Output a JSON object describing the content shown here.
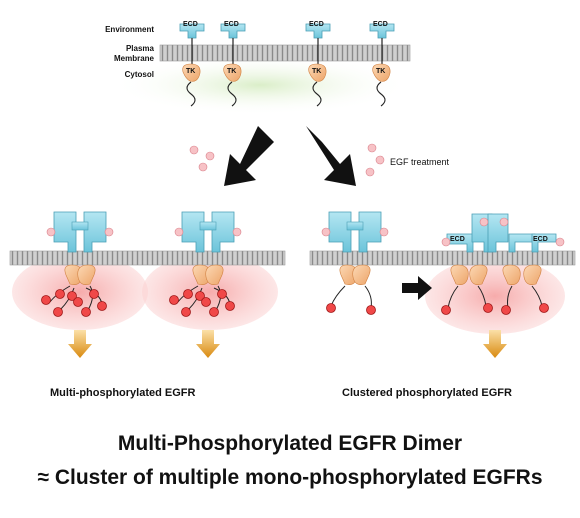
{
  "labels": {
    "environment": "Environment",
    "plasma_membrane_1": "Plasma",
    "plasma_membrane_2": "Membrane",
    "cytosol": "Cytosol",
    "egf_treatment": "EGF treatment",
    "ecd": "ECD",
    "tk": "TK"
  },
  "captions": {
    "left": "Multi-phosphorylated EGFR",
    "right": "Clustered phosphorylated EGFR"
  },
  "title": {
    "line1": "Multi-Phosphorylated EGFR Dimer",
    "line2": "≈ Cluster of multiple mono-phosphorylated EGFRs"
  },
  "colors": {
    "ecd_fill": "#86d3e6",
    "tk_fill": "#f5c08f",
    "membrane": "#a8a8a8",
    "phospho": "#e53b3b",
    "egf": "#f2aab0",
    "cluster_glow": "#f7b6b6",
    "signal_arrow": "#e3a020"
  }
}
